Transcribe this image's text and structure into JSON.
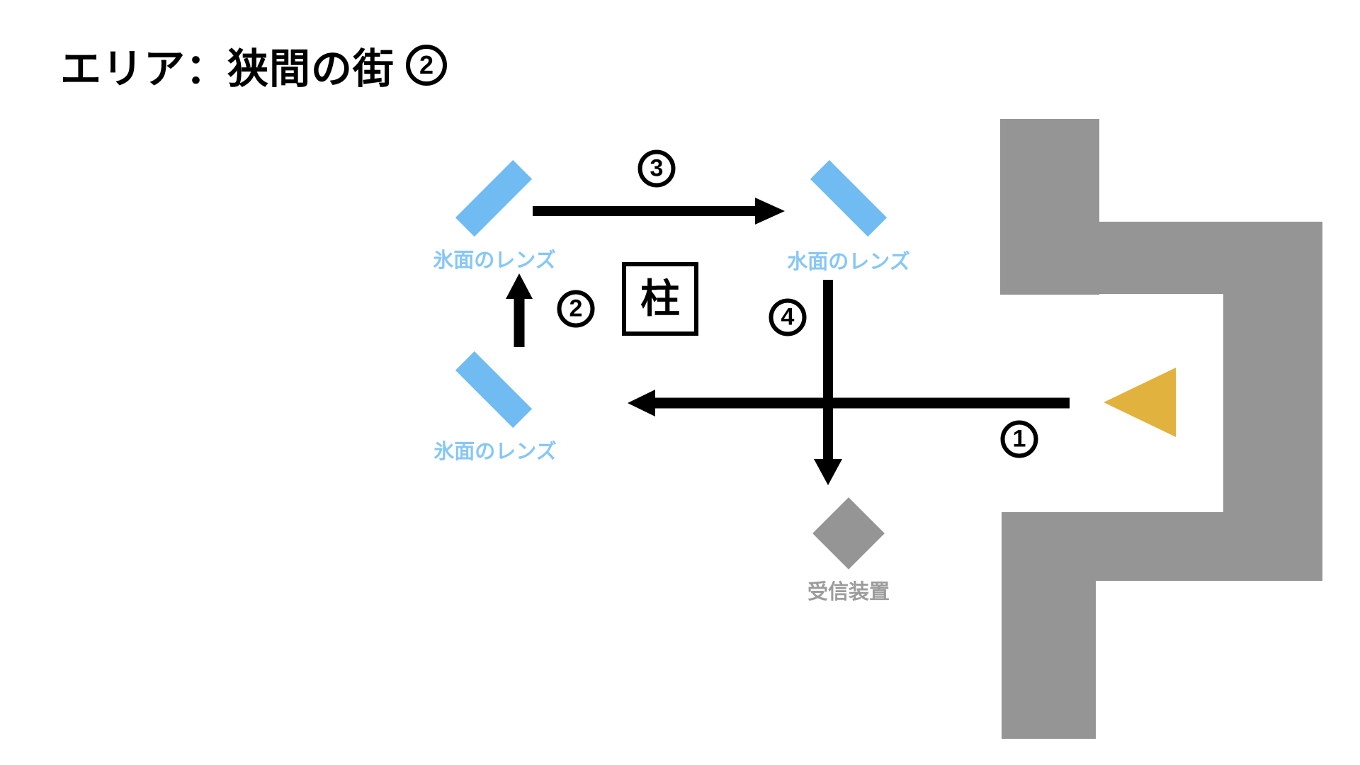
{
  "title": {
    "text": "エリア：狭間の街",
    "number": "2"
  },
  "colors": {
    "lens_blue": "#70BCF2",
    "lens_label_blue": "#87C7F6",
    "wall_gray": "#959595",
    "receiver_label_gray": "#9C9C9C",
    "beam_yellow": "#E2B23F",
    "arrow_black": "#000000"
  },
  "diagram": {
    "lenses": [
      {
        "label": "氷面のレンズ"
      },
      {
        "label": "水面のレンズ"
      },
      {
        "label": "氷面のレンズ"
      }
    ],
    "pillar_label": "柱",
    "receiver_label": "受信装置",
    "steps": [
      {
        "number": "1"
      },
      {
        "number": "2"
      },
      {
        "number": "3"
      },
      {
        "number": "4"
      }
    ]
  }
}
